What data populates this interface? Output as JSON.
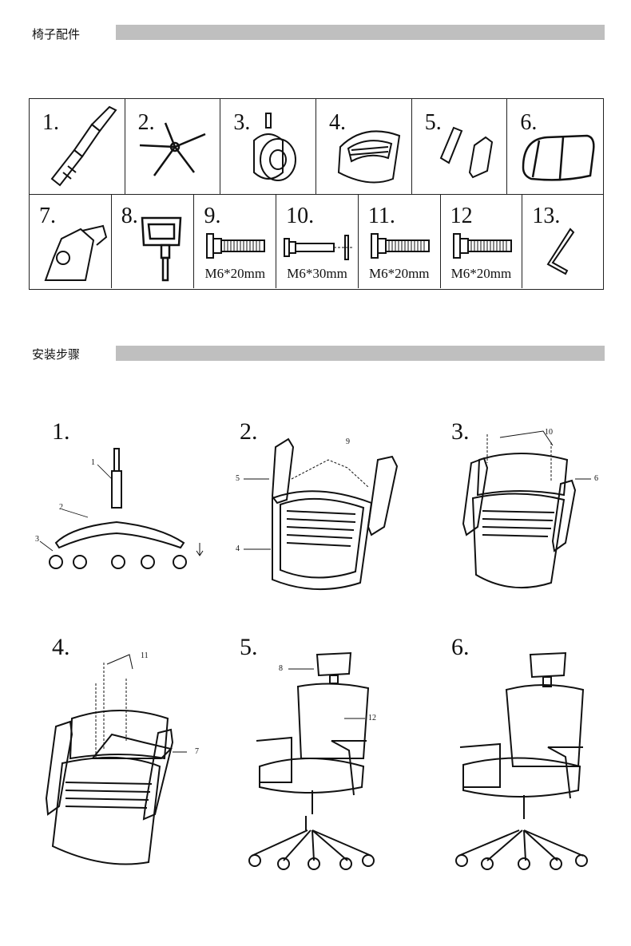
{
  "sections": {
    "parts_title": "椅子配件",
    "steps_title": "安装步骤"
  },
  "parts": [
    {
      "num": "1.",
      "name": "gas-lift-cylinder"
    },
    {
      "num": "2.",
      "name": "five-star-base"
    },
    {
      "num": "3.",
      "name": "caster-wheel"
    },
    {
      "num": "4.",
      "name": "backrest-frame"
    },
    {
      "num": "5.",
      "name": "armrest-brackets"
    },
    {
      "num": "6.",
      "name": "seat-cushion"
    },
    {
      "num": "7.",
      "name": "tilt-mechanism"
    },
    {
      "num": "8.",
      "name": "headrest"
    },
    {
      "num": "9.",
      "size": "M6*20mm"
    },
    {
      "num": "10.",
      "size": "M6*30mm"
    },
    {
      "num": "11.",
      "size": "M6*20mm"
    },
    {
      "num": "12",
      "size": "M6*20mm"
    },
    {
      "num": "13.",
      "name": "allen-key"
    }
  ],
  "steps": [
    {
      "num": "1.",
      "callouts": [
        "1",
        "2",
        "3"
      ]
    },
    {
      "num": "2.",
      "callouts": [
        "9",
        "5",
        "4"
      ]
    },
    {
      "num": "3.",
      "callouts": [
        "10",
        "6"
      ]
    },
    {
      "num": "4.",
      "callouts": [
        "11",
        "7"
      ]
    },
    {
      "num": "5.",
      "callouts": [
        "8",
        "12"
      ]
    },
    {
      "num": "6.",
      "callouts": []
    }
  ]
}
